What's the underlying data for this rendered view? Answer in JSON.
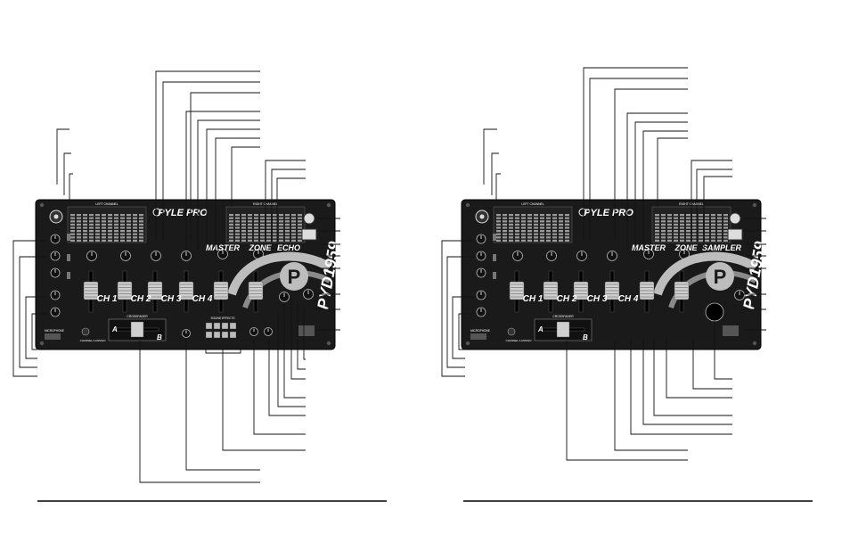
{
  "diagrams": [
    {
      "brand_text": "PYLE PRO",
      "model_text": "PYD1959",
      "left_meter_label": "LEFT CHANNEL",
      "right_meter_label": "RIGHT CHANNEL",
      "section_labels": [
        "MASTER",
        "ZONE",
        "ECHO"
      ],
      "channels": [
        "CH 1",
        "CH 2",
        "CH 3",
        "CH 4"
      ],
      "crossfader_label": "CROSSFADER",
      "crossfader_a": "A",
      "crossfader_b": "B",
      "bottom_caption": "CHANNEL A ASSIGN",
      "effects_label": "SOUND EFFECTS",
      "microphone_label": "MICROPHONE"
    },
    {
      "brand_text": "PYLE PRO",
      "model_text": "PYD1959",
      "left_meter_label": "LEFT CHANNEL",
      "right_meter_label": "RIGHT CHANNEL",
      "section_labels": [
        "MASTER",
        "ZONE",
        "SAMPLER"
      ],
      "channels": [
        "CH 1",
        "CH 2",
        "CH 3",
        "CH 4"
      ],
      "crossfader_label": "CROSSFADER",
      "crossfader_a": "A",
      "crossfader_b": "B",
      "bottom_caption": "CHANNEL A ASSIGN",
      "effects_label": "",
      "microphone_label": "MICROPHONE"
    }
  ]
}
